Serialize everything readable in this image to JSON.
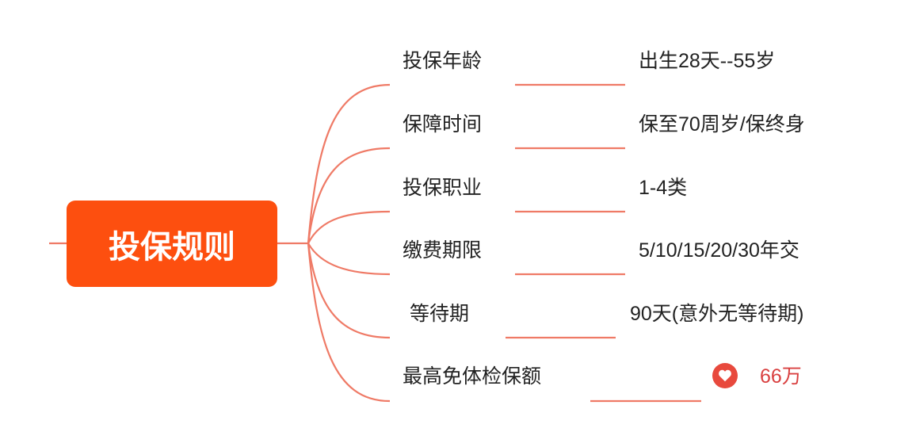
{
  "root": {
    "label": "投保规则"
  },
  "branches": [
    {
      "label": "投保年龄",
      "value": "出生28天--55岁"
    },
    {
      "label": "保障时间",
      "value": "保至70周岁/保终身"
    },
    {
      "label": "投保职业",
      "value": "1-4类"
    },
    {
      "label": "缴费期限",
      "value": "5/10/15/20/30年交"
    },
    {
      "label": "等待期",
      "value": "90天(意外无等待期)"
    },
    {
      "label": "最高免体检保额",
      "value": "66万",
      "icon": "heart-icon"
    }
  ],
  "colors": {
    "root": "#fd4f0f",
    "line": "#ef7a66",
    "highlight": "#d94040"
  }
}
